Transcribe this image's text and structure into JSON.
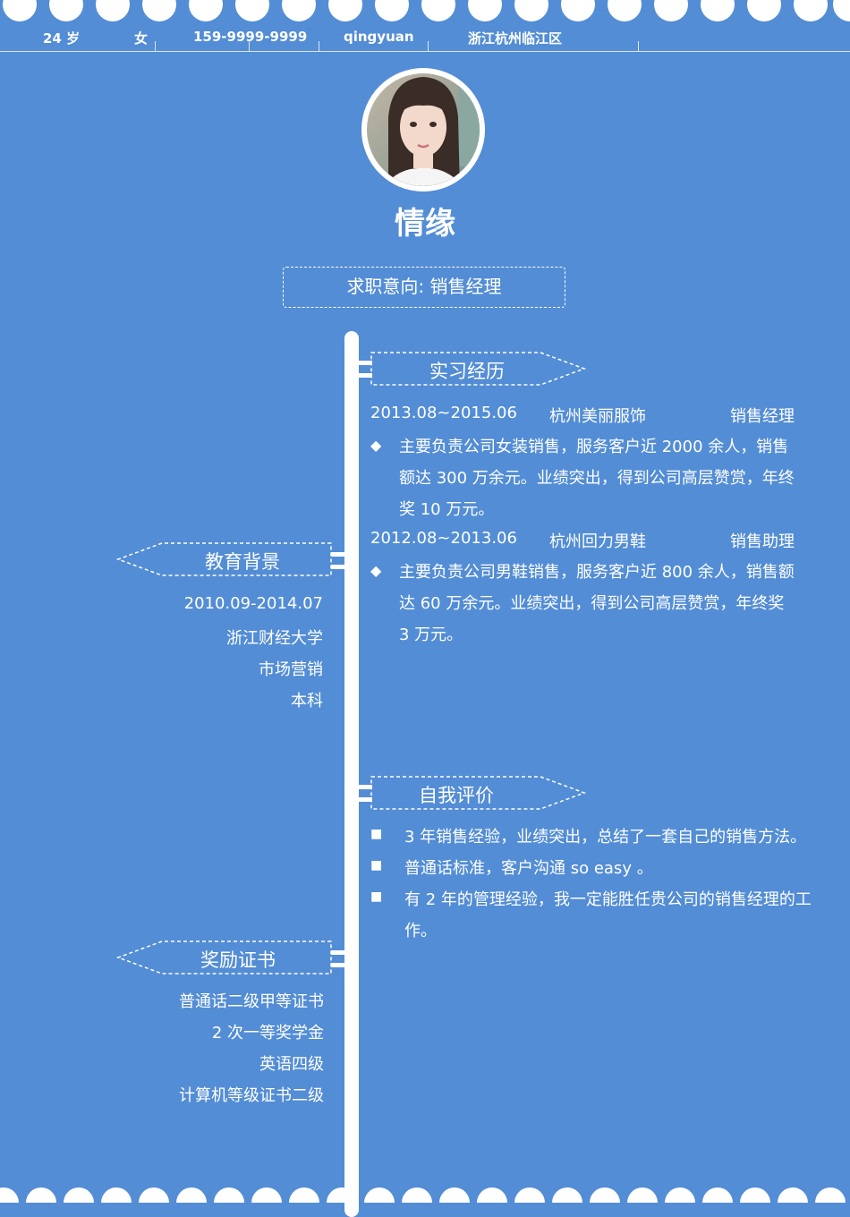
{
  "header": {
    "age": "24 岁",
    "gender": "女",
    "phone": "159-9999-9999",
    "wechat": "qingyuan",
    "location": "浙江杭州临江区"
  },
  "profile": {
    "name": "情缘",
    "objective": "求职意向: 销售经理"
  },
  "internship": {
    "title": "实习经历",
    "jobs": [
      {
        "period": "2013.08~2015.06",
        "company": "杭州美丽服饰",
        "role": "销售经理",
        "lines": [
          "主要负责公司女装销售，服务客户近 2000 余人，销售",
          "额达 300 万余元。业绩突出，得到公司高层赞赏，年终",
          "奖 10 万元。"
        ]
      },
      {
        "period": "2012.08~2013.06",
        "company": "杭州回力男鞋",
        "role": "销售助理",
        "lines": [
          "主要负责公司男鞋销售，服务客户近 800 余人，销售额",
          "达 60 万余元。业绩突出，得到公司高层赞赏，年终奖",
          "3 万元。"
        ]
      }
    ]
  },
  "education": {
    "title": "教育背景",
    "lines": [
      "2010.09-2014.07",
      "浙江财经大学",
      "市场营销",
      "本科"
    ]
  },
  "self_eval": {
    "title": "自我评价",
    "items": [
      [
        "3 年销售经验，业绩突出，总结了一套自己的销售方法。"
      ],
      [
        "普通话标准，客户沟通 so easy 。"
      ],
      [
        "有 2 年的管理经验，我一定能胜任贵公司的销售经理的工",
        "作。"
      ]
    ]
  },
  "awards": {
    "title": "奖励证书",
    "lines": [
      "普通话二级甲等证书",
      "2 次一等奖学金",
      "英语四级",
      "计算机等级证书二级"
    ]
  },
  "colors": {
    "background": "#538dd5",
    "foreground": "#ffffff"
  },
  "icons": {
    "diamond": "◆",
    "square": "■"
  }
}
